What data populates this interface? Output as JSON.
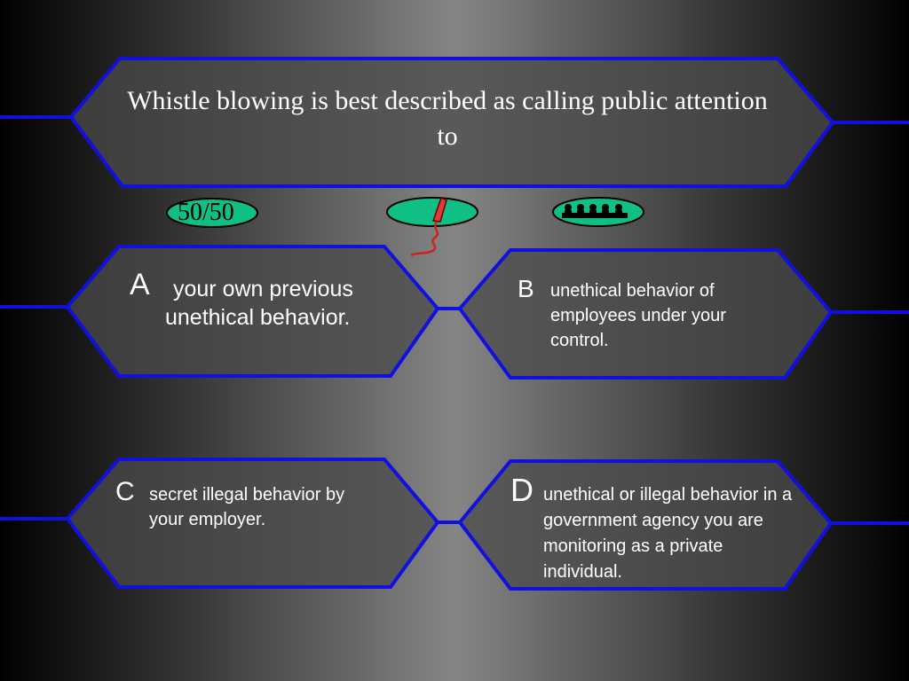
{
  "question": {
    "text": "Whistle blowing is best described as calling public attention to"
  },
  "lifelines": {
    "fifty_fifty_label": "50/50",
    "phone_icon": "phone-icon",
    "audience_icon": "audience-icon",
    "fill_color": "#0fbf86"
  },
  "answers": {
    "a": {
      "letter": "A",
      "text": "your own previous unethical behavior."
    },
    "b": {
      "letter": "B",
      "text": "unethical behavior of employees under your control."
    },
    "c": {
      "letter": "C",
      "text": "secret illegal behavior by your employer."
    },
    "d": {
      "letter": "D",
      "text": "unethical or illegal behavior in a government agency you are monitoring as a private individual."
    }
  },
  "colors": {
    "border": "#1010e0",
    "text": "#ffffff"
  }
}
